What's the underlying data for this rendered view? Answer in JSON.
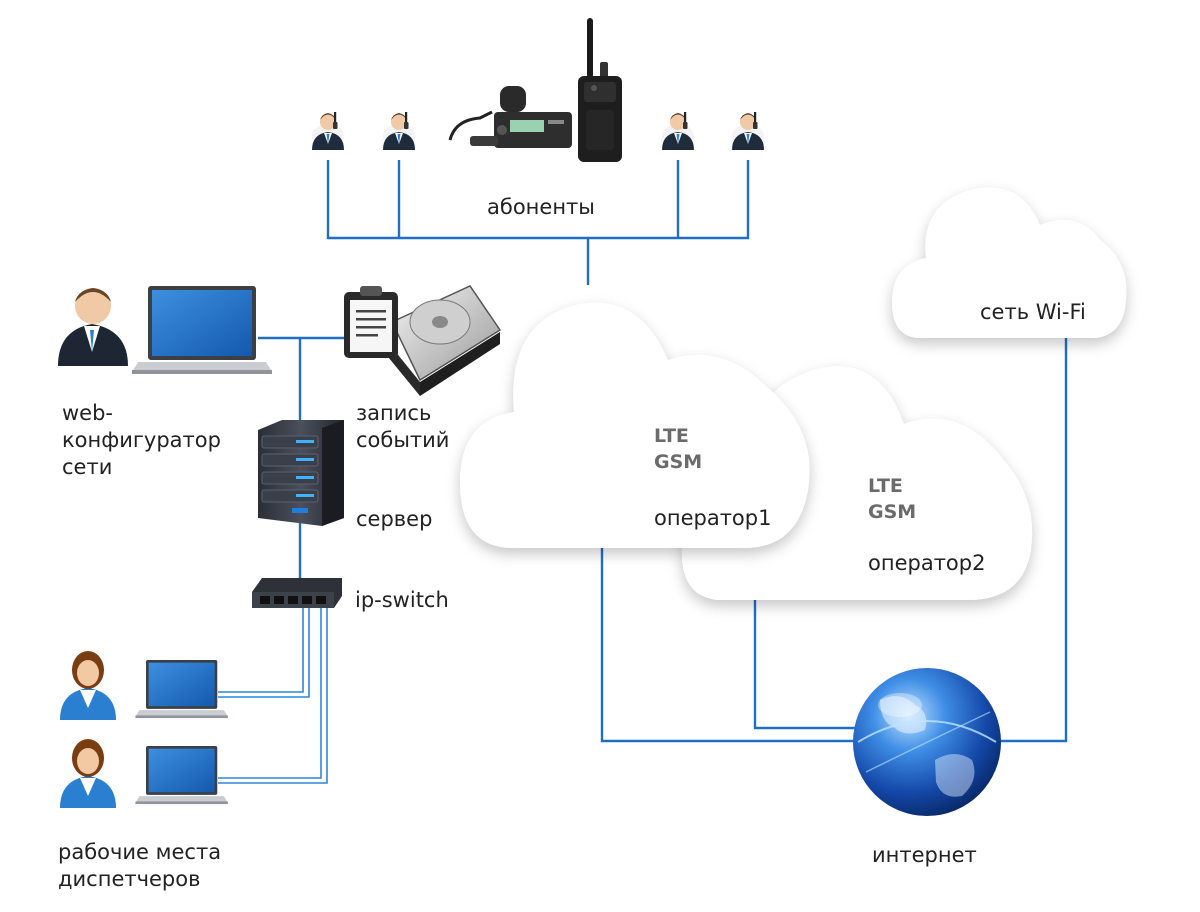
{
  "labels": {
    "subscribers": "абоненты",
    "web_config": [
      "web-",
      "конфигуратор",
      "сети"
    ],
    "event_log": [
      "запись",
      "событий"
    ],
    "server": "сервер",
    "ip_switch": "ip-switch",
    "dispatchers": [
      "рабочие места",
      "диспетчеров"
    ],
    "internet": "интернет",
    "wifi": "сеть Wi-Fi"
  },
  "clouds": {
    "operator1": {
      "tech1": "LTE",
      "tech2": "GSM",
      "name": "оператор1"
    },
    "operator2": {
      "tech1": "LTE",
      "tech2": "GSM",
      "name": "оператор2"
    },
    "wifi": {
      "name": "сеть Wi-Fi"
    }
  },
  "colors": {
    "wire": "#1f6fc4",
    "label": "#222222",
    "cloud_label": "#6b6b6b",
    "globe": "#1c5fc4"
  }
}
